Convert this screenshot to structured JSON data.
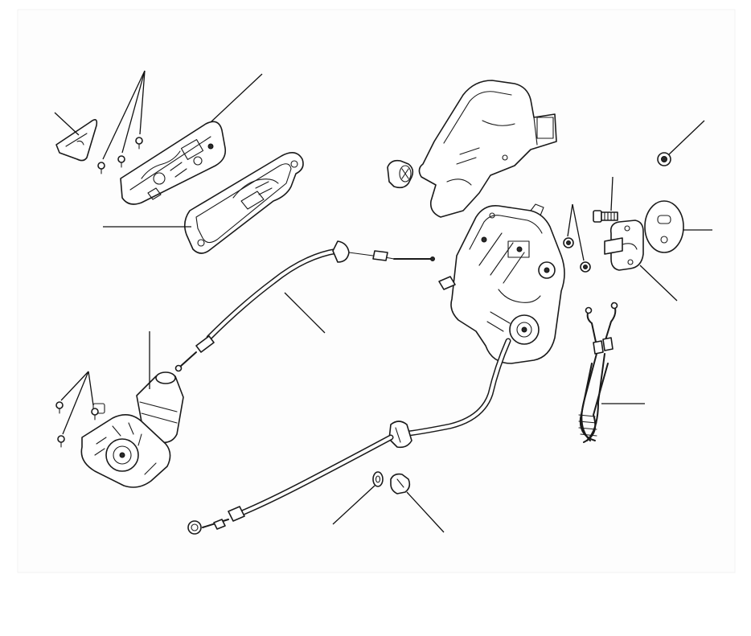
{
  "diagram": {
    "background_color": "#ffffff",
    "line_color": "#1a1a1a",
    "parts": [
      {
        "id": "handle-trim-cover",
        "icon": "trim-cover-icon"
      },
      {
        "id": "handle-screws",
        "icon": "screw-icon"
      },
      {
        "id": "interior-handle-housing",
        "icon": "handle-housing-icon"
      },
      {
        "id": "interior-handle-bezel",
        "icon": "handle-bezel-icon"
      },
      {
        "id": "lock-cover",
        "icon": "lock-cover-icon"
      },
      {
        "id": "bump-stop",
        "icon": "bump-stop-icon"
      },
      {
        "id": "latch-mechanism",
        "icon": "latch-icon"
      },
      {
        "id": "latch-screws",
        "icon": "screw-icon"
      },
      {
        "id": "striker-bolt",
        "icon": "bolt-icon"
      },
      {
        "id": "striker-plate",
        "icon": "striker-plate-icon"
      },
      {
        "id": "striker-shim",
        "icon": "shim-icon"
      },
      {
        "id": "grommet",
        "icon": "grommet-icon"
      },
      {
        "id": "handle-release-cable",
        "icon": "cable-icon"
      },
      {
        "id": "lock-rod-cable",
        "icon": "cable-icon"
      },
      {
        "id": "actuator-motor",
        "icon": "motor-icon"
      },
      {
        "id": "motor-screws",
        "icon": "screw-icon"
      },
      {
        "id": "main-release-cable",
        "icon": "cable-icon"
      },
      {
        "id": "cable-clip-ring",
        "icon": "clip-ring-icon"
      },
      {
        "id": "cable-clip",
        "icon": "clip-icon"
      }
    ]
  }
}
